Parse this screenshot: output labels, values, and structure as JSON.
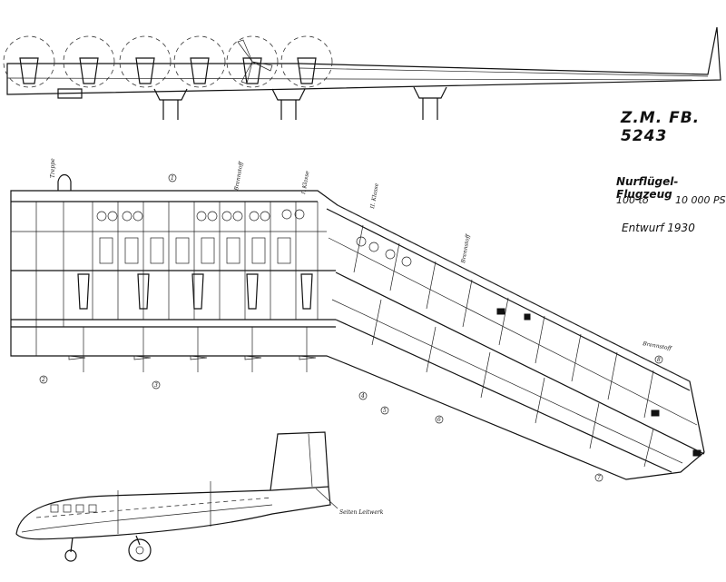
{
  "title_block": {
    "reference": "Z.M. FB. 5243",
    "aircraft": "Nurflügel-Flugzeug",
    "weight": "100 to",
    "power": "10 000 PS",
    "design": "Entwurf 1930"
  },
  "annotations": {
    "rudder": "Seiten Leitwerk",
    "class_one": "I. Klasse",
    "class_two": "II. Klasse",
    "fuel": "Brennstoff",
    "stairs": "Treppe"
  },
  "callouts": [
    "1",
    "2",
    "3",
    "4",
    "5",
    "6",
    "7",
    "8"
  ]
}
